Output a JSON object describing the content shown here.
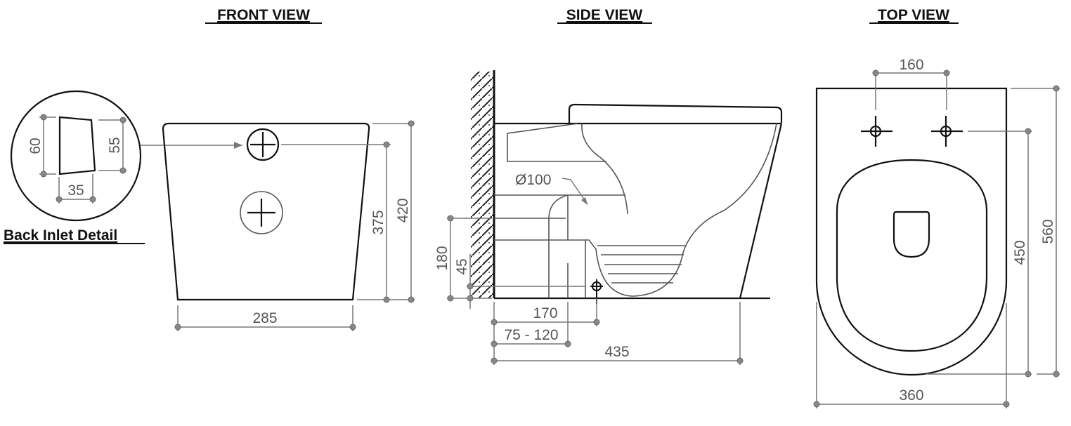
{
  "titles": {
    "front": "FRONT VIEW",
    "side": "SIDE VIEW",
    "top": "TOP VIEW",
    "detail": "Back Inlet Detail"
  },
  "detail_dims": {
    "left_height": "60",
    "right_height": "55",
    "width": "35"
  },
  "front_dims": {
    "inlet_height": "375",
    "total_height": "420",
    "width": "285"
  },
  "side_dims": {
    "pipe_diameter": "Ø100",
    "outlet_height": "180",
    "outlet_low": "45",
    "outlet_offset": "170",
    "wall_range": "75 - 120",
    "depth": "435"
  },
  "top_dims": {
    "bolt_spacing": "160",
    "bolt_to_front": "450",
    "length": "560",
    "width": "360"
  }
}
